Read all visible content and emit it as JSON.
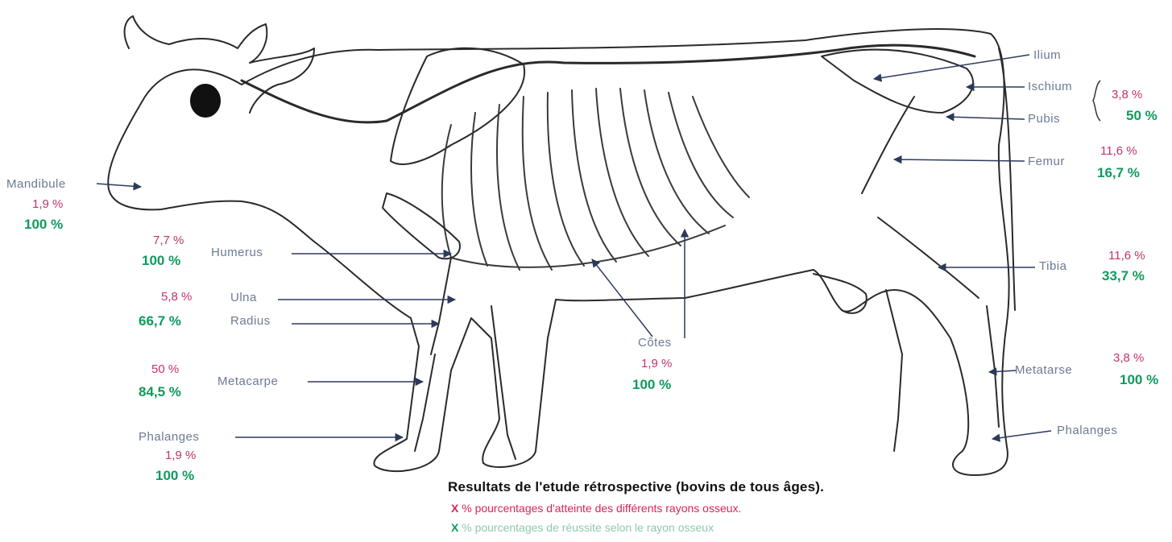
{
  "labels": {
    "mandibule": {
      "name": "Mandibule",
      "pct_affected": "1,9 %",
      "pct_success": "100 %"
    },
    "humerus": {
      "name": "Humerus",
      "pct_affected": "7,7 %",
      "pct_success": "100 %"
    },
    "ulna_radius": {
      "name_ulna": "Ulna",
      "name_radius": "Radius",
      "pct_affected": "5,8 %",
      "pct_success": "66,7 %"
    },
    "metacarpe": {
      "name": "Metacarpe",
      "pct_affected": "50 %",
      "pct_success": "84,5 %"
    },
    "phalanges_front": {
      "name": "Phalanges",
      "pct_affected": "1,9 %",
      "pct_success": "100 %"
    },
    "cotes": {
      "name": "Côtes",
      "pct_affected": "1,9 %",
      "pct_success": "100 %"
    },
    "ilium": {
      "name": "Ilium"
    },
    "ischium": {
      "name": "Ischium"
    },
    "pubis": {
      "name": "Pubis"
    },
    "pelvis_group": {
      "pct_affected": "3,8 %",
      "pct_success": "50 %"
    },
    "femur": {
      "name": "Femur",
      "pct_affected": "11,6 %",
      "pct_success": "16,7 %"
    },
    "tibia": {
      "name": "Tibia",
      "pct_affected": "11,6 %",
      "pct_success": "33,7 %"
    },
    "metatarse": {
      "name": "Metatarse",
      "pct_affected": "3,8 %",
      "pct_success": "100 %"
    },
    "phalanges_rear": {
      "name": "Phalanges"
    }
  },
  "legend": {
    "title": "Resultats de l'etude rétrospective (bovins de tous âges).",
    "marker1": "X",
    "line1": "% pourcentages d'atteinte des différents rayons osseux.",
    "marker2": "X",
    "line2": "%  pourcentages de réussite  selon le rayon osseux"
  },
  "colors": {
    "affected": "#c2346e",
    "success": "#0f9a5c",
    "bone_label": "#6c7a93"
  }
}
